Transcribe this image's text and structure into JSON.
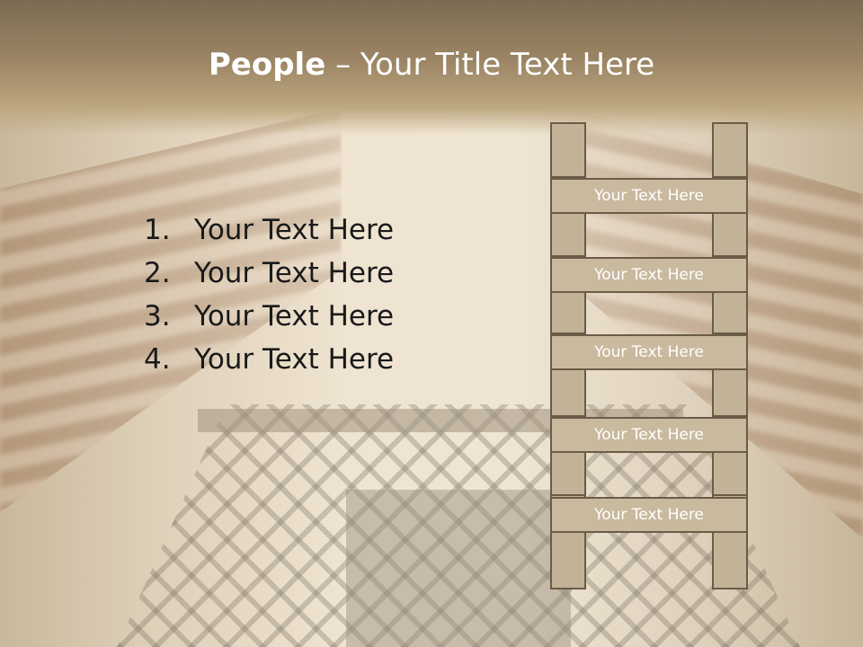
{
  "slide": {
    "title_bold": "People",
    "title_rest": "– Your Title Text Here",
    "list": [
      {
        "num": "1.",
        "text": "Your Text Here"
      },
      {
        "num": "2.",
        "text": "Your Text Here"
      },
      {
        "num": "3.",
        "text": "Your Text Here"
      },
      {
        "num": "4.",
        "text": "Your Text Here"
      }
    ],
    "ladder_rungs": [
      "Your Text Here",
      "Your Text Here",
      "Your Text Here",
      "Your Text Here",
      "Your Text Here"
    ]
  },
  "colors": {
    "title_band": "#8f7a5a",
    "ladder_fill": "#c9b99e",
    "ladder_border": "#6b5c47"
  }
}
